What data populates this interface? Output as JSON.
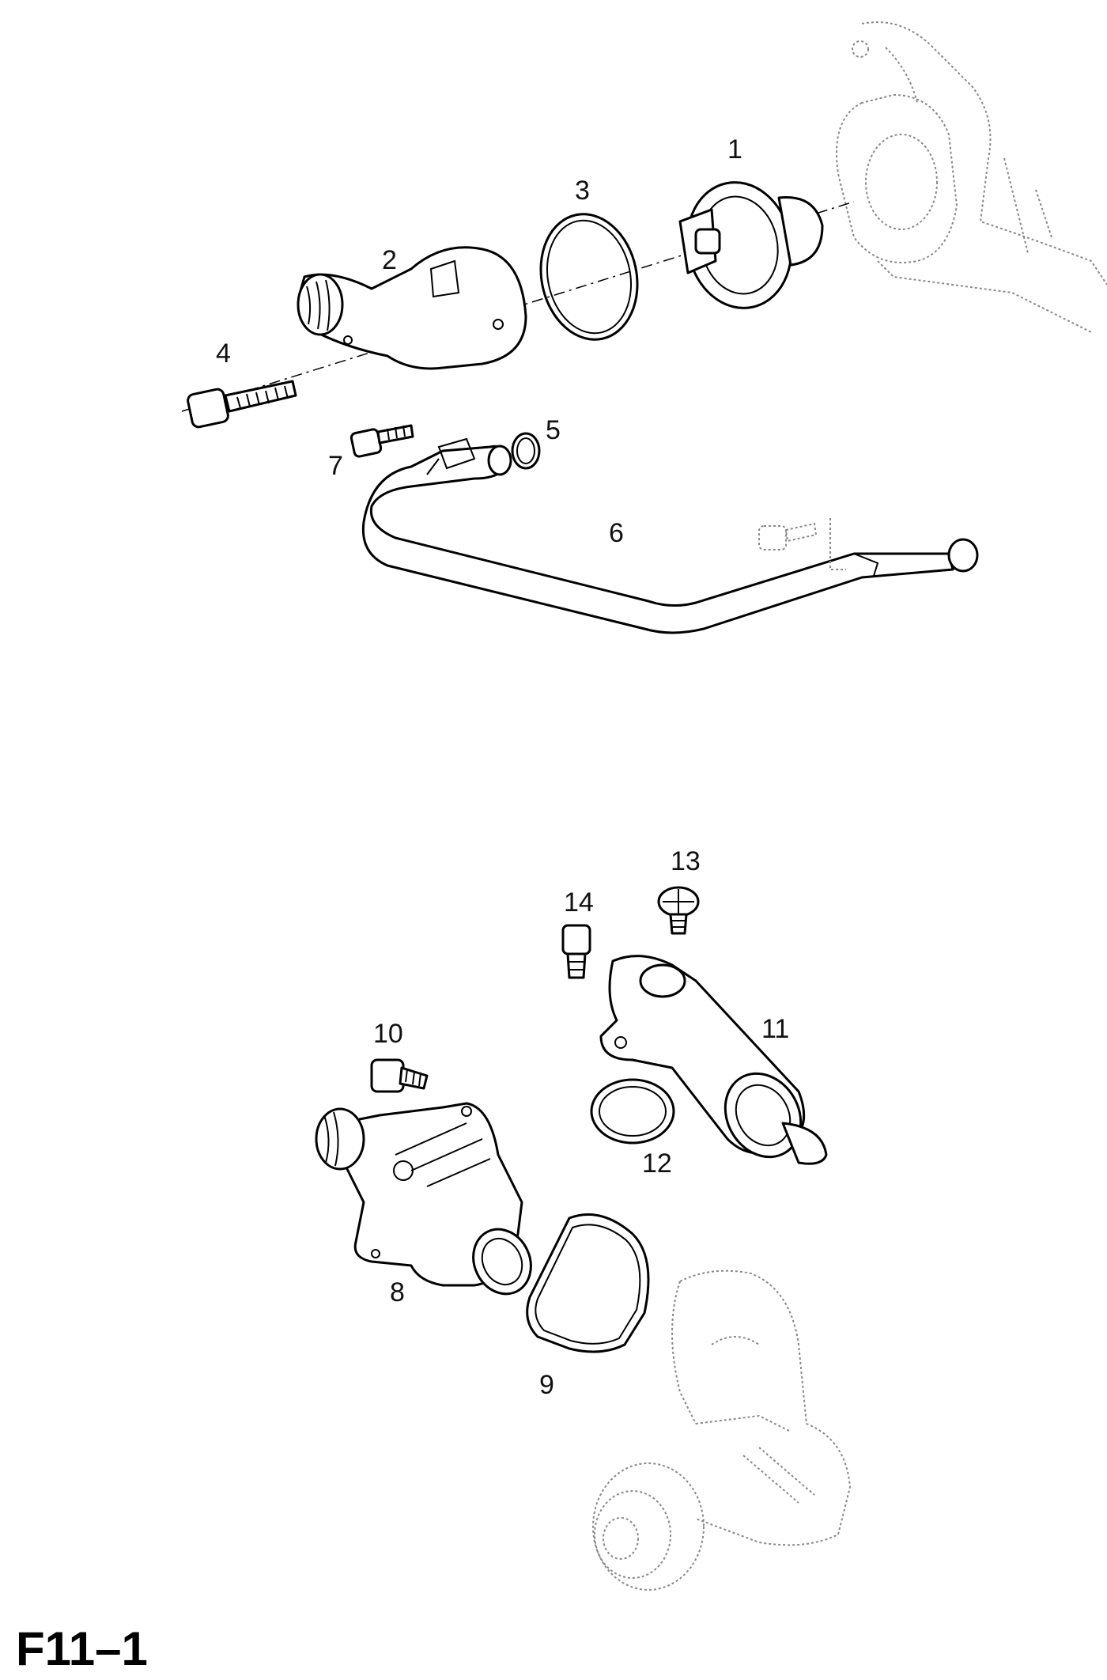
{
  "figure": {
    "label": "F11–1"
  },
  "callouts": [
    {
      "id": "1",
      "text": "1"
    },
    {
      "id": "2",
      "text": "2"
    },
    {
      "id": "3",
      "text": "3"
    },
    {
      "id": "4",
      "text": "4"
    },
    {
      "id": "5",
      "text": "5"
    },
    {
      "id": "6",
      "text": "6"
    },
    {
      "id": "7",
      "text": "7"
    },
    {
      "id": "8",
      "text": "8"
    },
    {
      "id": "9",
      "text": "9"
    },
    {
      "id": "10",
      "text": "10"
    },
    {
      "id": "11",
      "text": "11"
    },
    {
      "id": "12",
      "text": "12"
    },
    {
      "id": "13",
      "text": "13"
    },
    {
      "id": "14",
      "text": "14"
    }
  ]
}
